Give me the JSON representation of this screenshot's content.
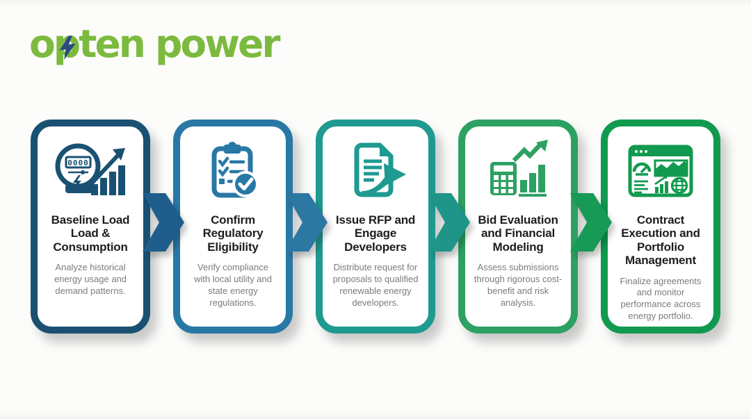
{
  "logo": {
    "text": "opten power",
    "text_color": "#7cba3f",
    "bolt_color": "#2b4c7d"
  },
  "text_colors": {
    "title": "#1d1d1f",
    "description": "#7b7b7b"
  },
  "steps": [
    {
      "icon": "energy-meter-bar-chart-icon",
      "color": "#1a5173",
      "title": "Baseline Load\nLoad &\nConsumption",
      "description": "Analyze historical energy usage and demand patterns."
    },
    {
      "icon": "clipboard-checklist-icon",
      "color": "#2878a5",
      "title": "Confirm\nRegulatory\nEligibility",
      "description": "Verify compliance with local utility and state energy regulations."
    },
    {
      "icon": "rfp-document-arrow-icon",
      "color": "#1e9a90",
      "title": "Issue RFP and\nEngage\nDevelopers",
      "description": "Distribute request for proposals to qualified renewable energy developers."
    },
    {
      "icon": "calculator-growth-chart-icon",
      "color": "#2da163",
      "title": "Bid Evaluation\nand Financial\nModeling",
      "description": "Assess submissions through rigorous cost-benefit and risk analysis."
    },
    {
      "icon": "dashboard-portfolio-icon",
      "color": "#119a4f",
      "title": "Contract\nExecution and\nPortfolio\nManagement",
      "description": "Finalize agreements and monitor performance across energy portfolio."
    }
  ],
  "arrows": [
    {
      "color": "#1f5e8c"
    },
    {
      "color": "#2d77a3"
    },
    {
      "color": "#1f9488"
    },
    {
      "color": "#169a55"
    }
  ]
}
